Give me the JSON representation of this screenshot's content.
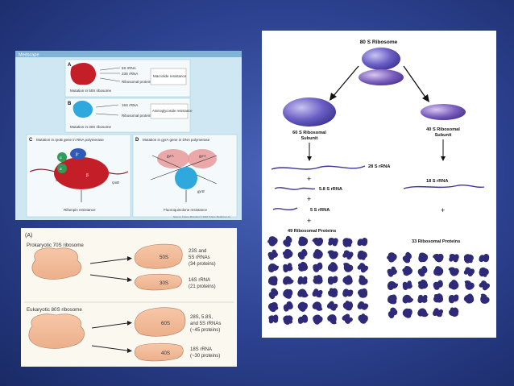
{
  "panel_a": {
    "header": "Medscape",
    "panels": [
      {
        "letter": "A",
        "labels": [
          "5S rRNA",
          "23S rRNA",
          "Ribosomal proteins"
        ],
        "mutation": "Mutation in 50S ribosome",
        "result": "Macrolide resistance"
      },
      {
        "letter": "B",
        "labels": [
          "16S rRNA",
          "Ribosomal proteins"
        ],
        "mutation": "Mutation in 30S ribosome",
        "result": "Aminoglycoside resistance"
      },
      {
        "letter": "C",
        "title": "Mutation in rpoB gene in RNA polymerase",
        "subunits": [
          "α",
          "α",
          "β",
          "β'",
          "σ"
        ],
        "gene": "rpoB",
        "result": "Rifampin resistance"
      },
      {
        "letter": "D",
        "title": "Mutation in gyrA gene in DNA polymerase",
        "genes": [
          "gyrA",
          "gyrA",
          "gyrB"
        ],
        "result": "Fluoroquinolone resistance"
      }
    ],
    "source": "Source: Future Microbiol © 2010 Future Medicine Ltd"
  },
  "panel_b": {
    "label": "(A)",
    "prokaryotic": {
      "title": "Prokaryotic 70S ribosome",
      "large_subunit": "50S",
      "large_desc": [
        "23S and",
        "5S rRNAs",
        "(34 proteins)"
      ],
      "small_subunit": "30S",
      "small_desc": [
        "16S rRNA",
        "(21 proteins)"
      ]
    },
    "eukaryotic": {
      "title": "Eukaryotic 80S ribosome",
      "large_subunit": "60S",
      "large_desc": [
        "28S, 5.8S,",
        "and 5S rRNAs",
        "(~45 proteins)"
      ],
      "small_subunit": "40S",
      "small_desc": [
        "18S rRNA",
        "(~30 proteins)"
      ]
    }
  },
  "panel_c": {
    "title": "80 S Ribosome",
    "large_subunit": [
      "60 S Ribosomal",
      "Subunit"
    ],
    "small_subunit": [
      "40 S Ribosomal",
      "Subunit"
    ],
    "rrna_large": [
      "28 S rRNA",
      "5.8 S rRNA",
      "5 S rRNA"
    ],
    "rrna_small": "18 S rRNA",
    "plus": "+",
    "proteins_large": "49 Ribosomal Proteins",
    "proteins_small": "33 Ribosomal Proteins",
    "protein_counts": {
      "large": 49,
      "small": 33
    },
    "colors": {
      "protein": "#2e2a78",
      "subunit": "#5a4fb0",
      "rna": "#3e3796"
    }
  }
}
